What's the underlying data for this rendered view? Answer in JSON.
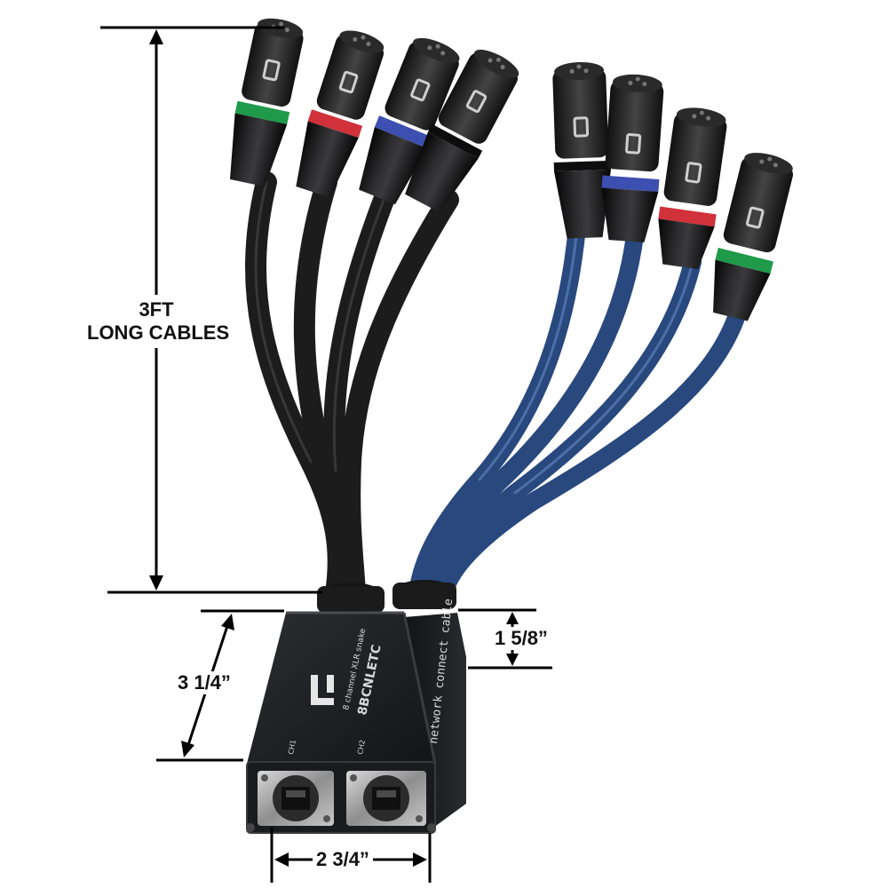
{
  "dimensions": {
    "cable_length": "3FT",
    "cable_length_sub": "LONG CABLES",
    "box_height": "3 1/4”",
    "box_depth": "1 5/8”",
    "box_width": "2 3/4”"
  },
  "product": {
    "type_label": "8 channel XLR snake",
    "model": "8BCNLETC",
    "side_label": "network connect cable",
    "port_1": "CH1",
    "port_2": "CH2"
  },
  "colors": {
    "black_cable": "#1c1c1c",
    "blue_cable": "#28487e",
    "ring_green": "#1f9a4a",
    "ring_red": "#d0313a",
    "ring_blue": "#3d4fb0",
    "box_body": "#1e1f22"
  },
  "connectors": [
    {
      "group": "black",
      "ring": "green"
    },
    {
      "group": "black",
      "ring": "red"
    },
    {
      "group": "black",
      "ring": "blue"
    },
    {
      "group": "black",
      "ring": "none"
    },
    {
      "group": "blue",
      "ring": "none"
    },
    {
      "group": "blue",
      "ring": "blue"
    },
    {
      "group": "blue",
      "ring": "red"
    },
    {
      "group": "blue",
      "ring": "green"
    }
  ]
}
